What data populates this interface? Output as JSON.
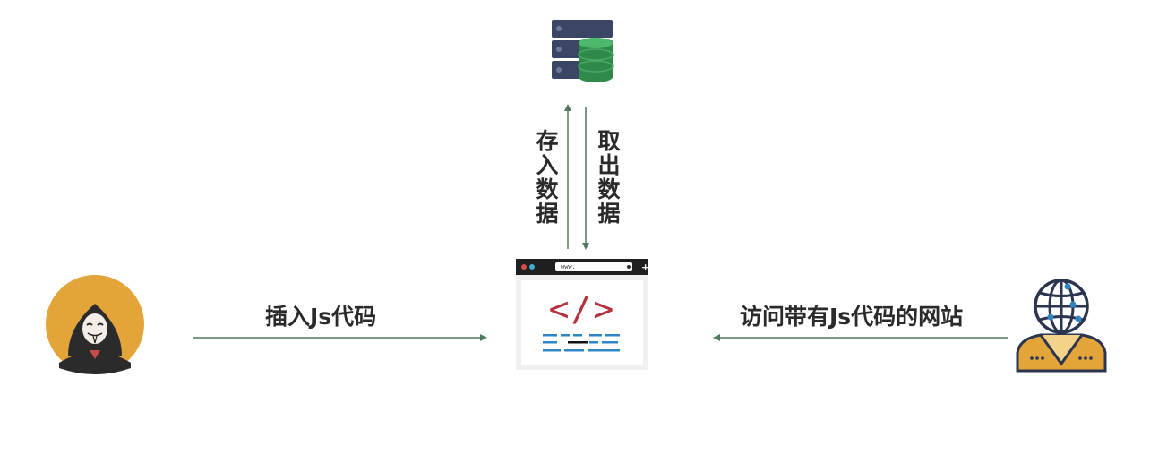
{
  "labels": {
    "insert": "插入Js代码",
    "visit": "访问带有Js代码的网站",
    "store": "存入数据",
    "fetch": "取出数据"
  },
  "browser": {
    "url_text": "www.",
    "code_symbol": "</>"
  },
  "icons": {
    "attacker": "hacker-mask-icon",
    "database": "database-server-icon",
    "website": "browser-code-icon",
    "user": "web-user-globe-icon"
  },
  "colors": {
    "arrow": "#4f7a5c",
    "accent_orange": "#e3a43a",
    "code_red": "#b5303a",
    "db_green": "#2f8a4a",
    "server_navy": "#3a4663"
  }
}
